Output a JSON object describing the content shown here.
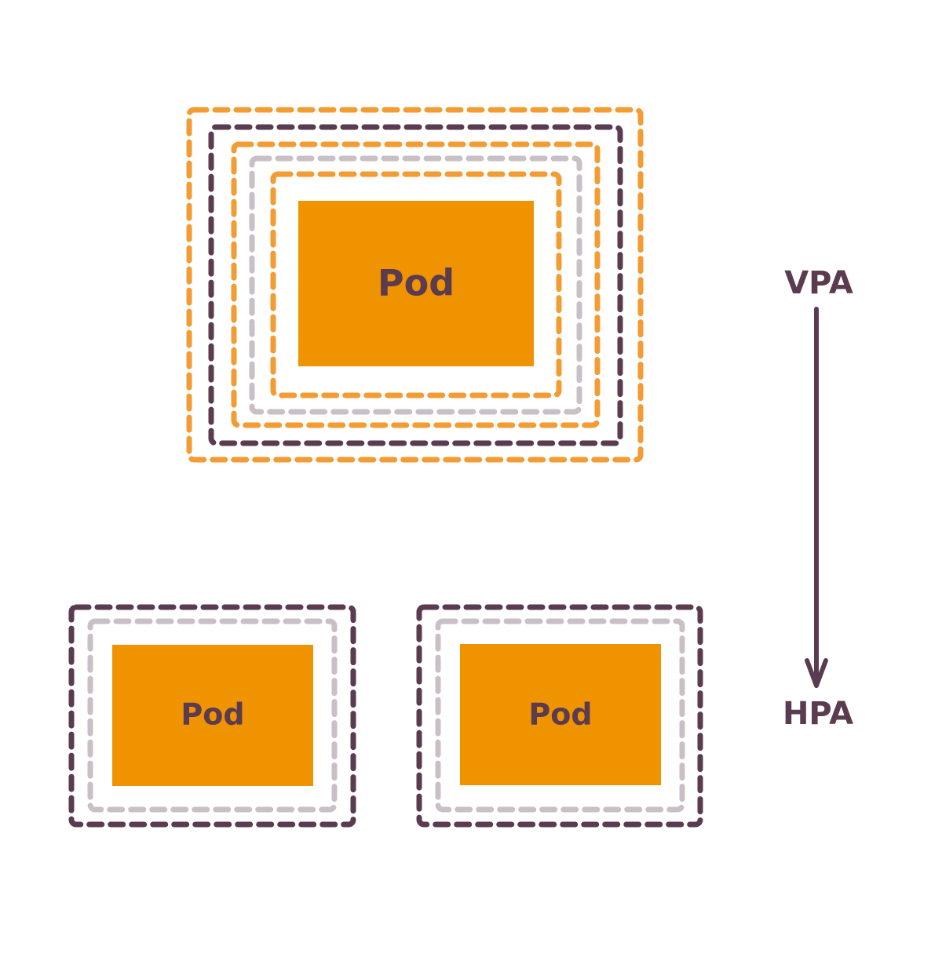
{
  "colors": {
    "orange_dash": "#F39C33",
    "plum": "#5A3B50",
    "light_gray": "#C9BFC6",
    "pod_fill": "#F09300",
    "pod_text": "#5A3B50"
  },
  "top_group": {
    "pod_label": "Pod"
  },
  "bottom_pods": [
    {
      "pod_label": "Pod"
    },
    {
      "pod_label": "Pod"
    }
  ],
  "scaling_arrow": {
    "top_label": "VPA",
    "bottom_label": "HPA"
  }
}
